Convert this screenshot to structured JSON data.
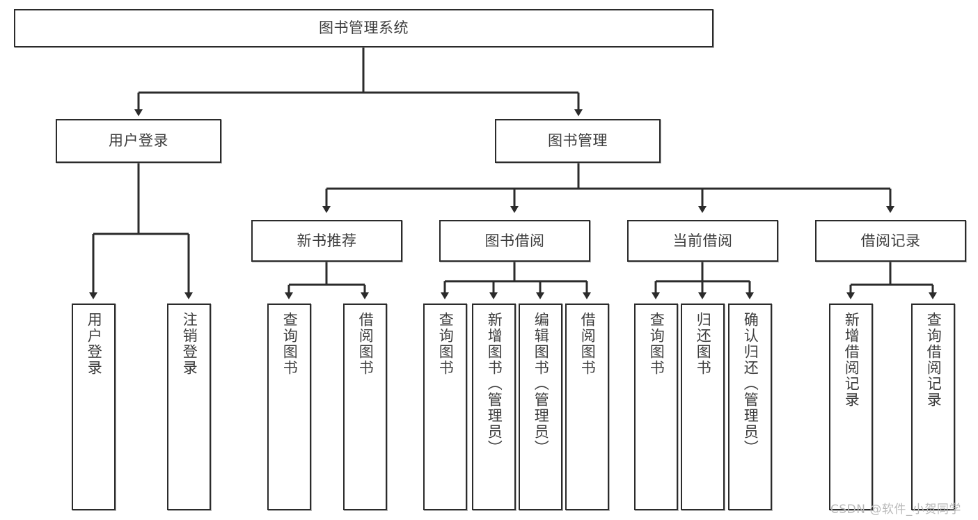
{
  "diagram": {
    "title": "图书管理系统",
    "type": "tree-hierarchy-chart",
    "watermark": "CSDN @软件_小贺同学",
    "colors": {
      "box_border": "#2b2b2b",
      "box_fill": "#ffffff",
      "text": "#3d3d3d",
      "connector": "#2b2b2b",
      "watermark": "#b9b9b9",
      "background": "#ffffff"
    },
    "root": {
      "label": "图书管理系统"
    },
    "level1": [
      {
        "label": "用户登录"
      },
      {
        "label": "图书管理"
      }
    ],
    "level2": [
      {
        "label": "新书推荐"
      },
      {
        "label": "图书借阅"
      },
      {
        "label": "当前借阅"
      },
      {
        "label": "借阅记录"
      }
    ],
    "leaves": {
      "user_login": [
        {
          "label": "用户登录"
        },
        {
          "label": "注销登录"
        }
      ],
      "new_book_recommend": [
        {
          "label": "查询图书"
        },
        {
          "label": "借阅图书"
        }
      ],
      "book_borrow": [
        {
          "label": "查询图书"
        },
        {
          "label": "新增图书（管理员）"
        },
        {
          "label": "编辑图书（管理员）"
        },
        {
          "label": "借阅图书"
        }
      ],
      "current_borrow": [
        {
          "label": "查询图书"
        },
        {
          "label": "归还图书"
        },
        {
          "label": "确认归还（管理员）"
        }
      ],
      "borrow_record": [
        {
          "label": "新增借阅记录"
        },
        {
          "label": "查询借阅记录"
        }
      ]
    }
  }
}
